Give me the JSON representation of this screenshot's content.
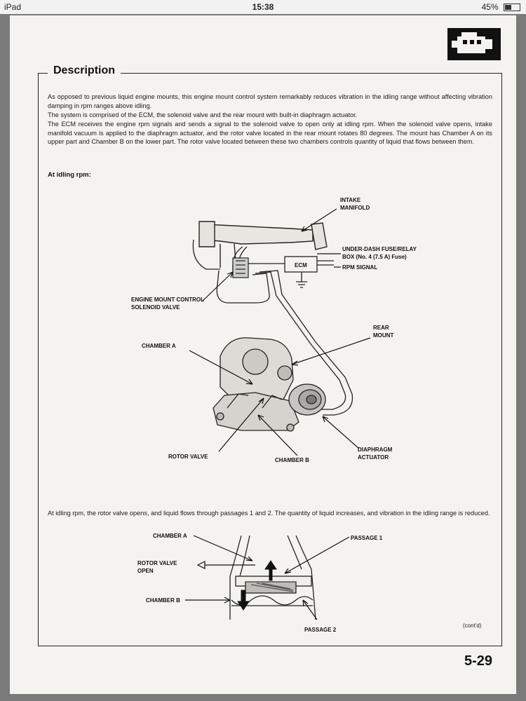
{
  "status_bar": {
    "device": "iPad",
    "time": "15:38",
    "battery": "45%",
    "battery_level": 0.45
  },
  "icon": "engine-icon",
  "section_title": "Description",
  "paragraphs": [
    "As opposed to previous liquid engine mounts, this engine mount control system remarkably reduces vibration in the idling range without affecting vibration damping in rpm ranges above idling.",
    "The system is comprised of the ECM, the solenoid valve and the rear mount with built-in diaphragm actuator.",
    "The ECM receives the engine rpm signals and sends a signal to the solenoid valve to open only at idling rpm. When the solenoid valve opens, intake manifold vacuum is applied to the diaphragm actuator, and the rotor valve located in the rear mount rotates 80 degrees. The mount has Chamber A on its upper part and Chamber B on the lower part. The rotor valve located between these two chambers controls quantity of liquid that flows between them."
  ],
  "subheading": "At idling rpm:",
  "diagram1": {
    "intake_manifold": [
      "INTAKE",
      "MANIFOLD"
    ],
    "fuse_box": [
      "UNDER-DASH FUSE/RELAY",
      "BOX (No. 4 (7.5 A) Fuse)"
    ],
    "ecm": "ECM",
    "rpm_signal": "RPM SIGNAL",
    "solenoid": [
      "ENGINE MOUNT CONTROL",
      "SOLENOID VALVE"
    ],
    "rear_mount": [
      "REAR",
      "MOUNT"
    ],
    "chamber_a": "CHAMBER A",
    "rotor_valve": "ROTOR VALVE",
    "chamber_b": "CHAMBER B",
    "diaphragm": [
      "DIAPHRAGM",
      "ACTUATOR"
    ]
  },
  "bottom_paragraph": "At idling rpm, the rotor valve opens, and liquid flows through passages 1 and 2. The quantity of liquid increases, and vibration in the idling range is reduced.",
  "diagram2": {
    "chamber_a": "CHAMBER A",
    "passage_1": "PASSAGE 1",
    "rotor_valve_open": [
      "ROTOR VALVE",
      "OPEN"
    ],
    "chamber_b": "CHAMBER B",
    "passage_2": "PASSAGE 2"
  },
  "contd": "(cont'd)",
  "page_number": "5-29"
}
